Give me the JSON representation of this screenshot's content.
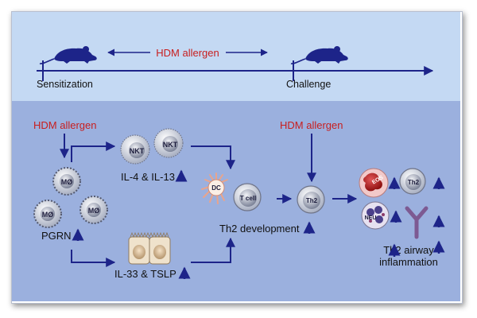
{
  "timeline": {
    "allergen_label": "HDM allergen",
    "sensitization_label": "Sensitization",
    "challenge_label": "Challenge"
  },
  "pathway": {
    "allergen_left_label": "HDM allergen",
    "allergen_right_label": "HDM allergen",
    "nkt_cell_label": "NKT",
    "macrophage_label": "MØ",
    "il4_il13_label": "IL-4 & IL-13",
    "pgrn_label": "PGRN",
    "il33_tslp_label": "IL-33 & TSLP",
    "dc_label": "DC",
    "tcell_label": "T cell",
    "th2_label": "Th2",
    "th2_dev_label": "Th2 development",
    "eos_label": "EOS",
    "neu_label": "NEU",
    "inflammation_line1": "Th2 airway",
    "inflammation_line2": "inflammation"
  },
  "colors": {
    "top_panel": "#c4d9f3",
    "bottom_panel": "#9bb0de",
    "arrow": "#1d2489",
    "allergen_text": "#c81e1e",
    "mouse": "#1d2489"
  }
}
